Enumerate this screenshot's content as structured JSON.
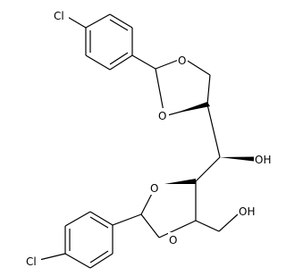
{
  "structure": {
    "atom_labels": {
      "cl_top": "Cl",
      "o_ring1_top": "O",
      "o_ring1_bottom": "O",
      "oh_side": "OH",
      "o_ring2_top": "O",
      "o_ring2_bottom": "O",
      "oh_end": "OH",
      "cl_bottom": "Cl"
    }
  }
}
